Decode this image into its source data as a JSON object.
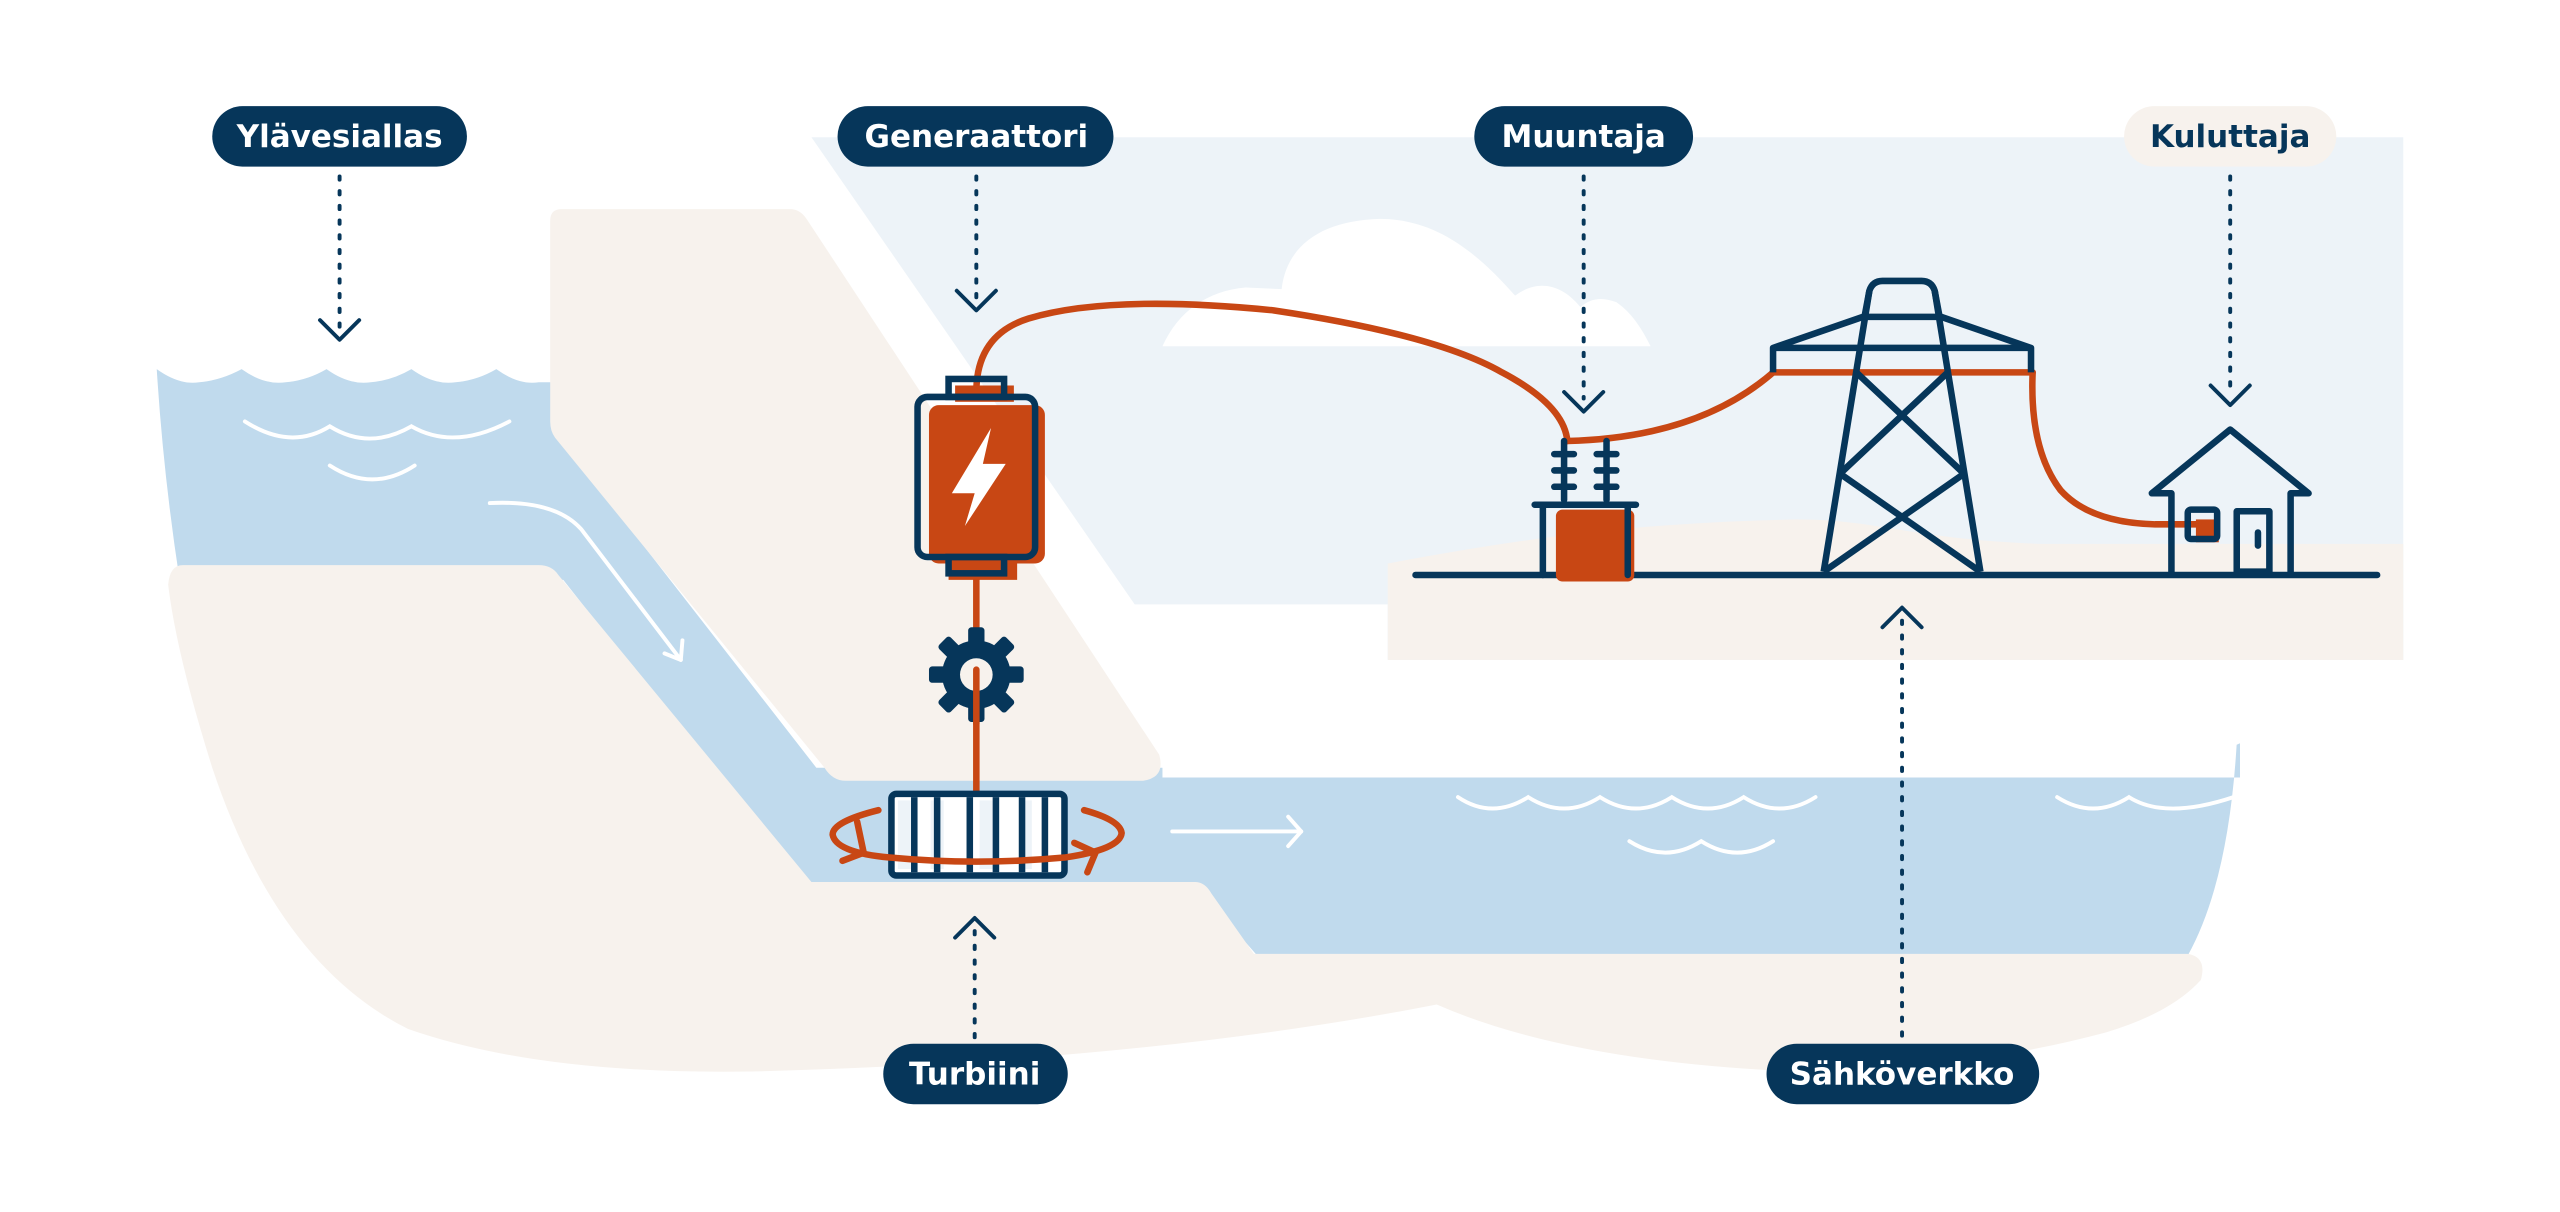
{
  "diagram": {
    "type": "hydropower-process-illustration",
    "colors": {
      "navy": "#06365a",
      "orange": "#c84714",
      "water": "#c0daed",
      "sky": "#edf3f8",
      "sand": "#f7f2ed",
      "white": "#ffffff"
    },
    "labels": {
      "upper_reservoir": "Ylävesiallas",
      "generator": "Generaattori",
      "transformer": "Muuntaja",
      "consumer": "Kuluttaja",
      "turbine": "Turbiini",
      "grid": "Sähköverkko"
    },
    "icons": {
      "generator": "lightning-bolt-icon",
      "shaft": "gear-icon",
      "turbine": "turbine-rotation-icon",
      "transformer": "transformer-icon",
      "grid": "power-pylon-icon",
      "consumer": "house-icon",
      "flow": "arrow-icon"
    }
  }
}
